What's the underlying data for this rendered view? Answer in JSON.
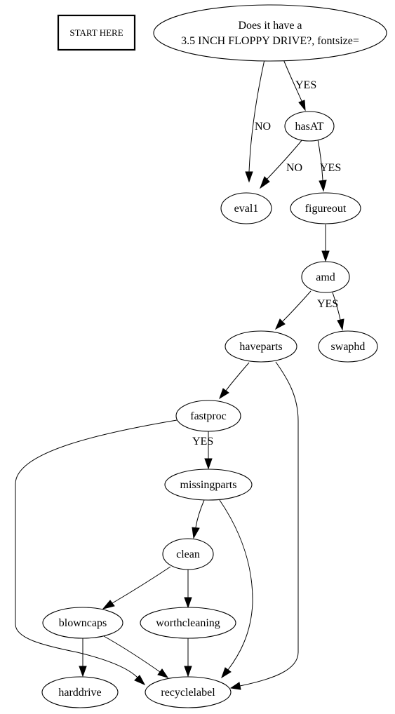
{
  "graph": {
    "start_label": "START HERE",
    "root_label_line1": "Does it have a",
    "root_label_line2": "3.5 INCH FLOPPY DRIVE?, fontsize=",
    "nodes": {
      "hasAT": "hasAT",
      "eval1": "eval1",
      "figureout": "figureout",
      "amd": "amd",
      "swaphd": "swaphd",
      "haveparts": "haveparts",
      "fastproc": "fastproc",
      "missingparts": "missingparts",
      "clean": "clean",
      "blowncaps": "blowncaps",
      "worthcleaning": "worthcleaning",
      "harddrive": "harddrive",
      "recyclelabel": "recyclelabel"
    },
    "edges": [
      {
        "from": "root",
        "to": "hasAT",
        "label": "YES"
      },
      {
        "from": "root",
        "to": "eval1",
        "label": "NO"
      },
      {
        "from": "hasAT",
        "to": "eval1",
        "label": "NO"
      },
      {
        "from": "hasAT",
        "to": "figureout",
        "label": "YES"
      },
      {
        "from": "figureout",
        "to": "amd",
        "label": ""
      },
      {
        "from": "amd",
        "to": "haveparts",
        "label": ""
      },
      {
        "from": "amd",
        "to": "swaphd",
        "label": "YES"
      },
      {
        "from": "haveparts",
        "to": "fastproc",
        "label": ""
      },
      {
        "from": "haveparts",
        "to": "recyclelabel",
        "label": ""
      },
      {
        "from": "fastproc",
        "to": "missingparts",
        "label": "YES"
      },
      {
        "from": "fastproc",
        "to": "recyclelabel",
        "label": ""
      },
      {
        "from": "missingparts",
        "to": "clean",
        "label": ""
      },
      {
        "from": "missingparts",
        "to": "recyclelabel",
        "label": ""
      },
      {
        "from": "clean",
        "to": "blowncaps",
        "label": ""
      },
      {
        "from": "clean",
        "to": "worthcleaning",
        "label": ""
      },
      {
        "from": "blowncaps",
        "to": "harddrive",
        "label": ""
      },
      {
        "from": "blowncaps",
        "to": "recyclelabel",
        "label": ""
      },
      {
        "from": "worthcleaning",
        "to": "recyclelabel",
        "label": ""
      }
    ]
  }
}
